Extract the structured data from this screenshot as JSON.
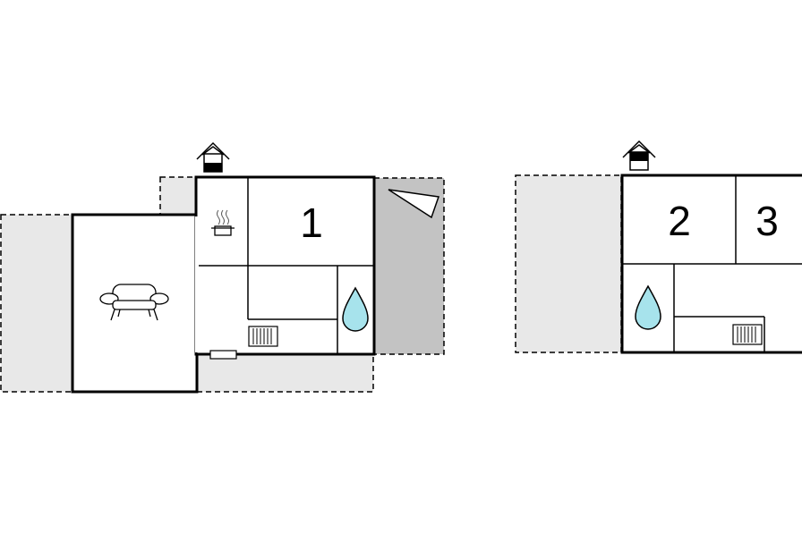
{
  "floor_plan": {
    "colors": {
      "terrace": "#e8e8e8",
      "terrace_dark": "#c3c3c3",
      "wall": "#000000",
      "water": "#a7e3ec"
    },
    "ground_floor": {
      "rooms": [
        {
          "id": "bedroom-1",
          "label": "1"
        }
      ],
      "icons": [
        "entrance-house-icon",
        "cooking-pot-icon",
        "sofa-icon",
        "water-drop-icon",
        "radiator-icon",
        "door-mat-icon",
        "sunlounger-icon"
      ]
    },
    "upper_floor": {
      "rooms": [
        {
          "id": "bedroom-2",
          "label": "2"
        },
        {
          "id": "bedroom-3",
          "label": "3"
        }
      ],
      "icons": [
        "entrance-house-icon",
        "water-drop-icon",
        "radiator-icon"
      ]
    }
  }
}
